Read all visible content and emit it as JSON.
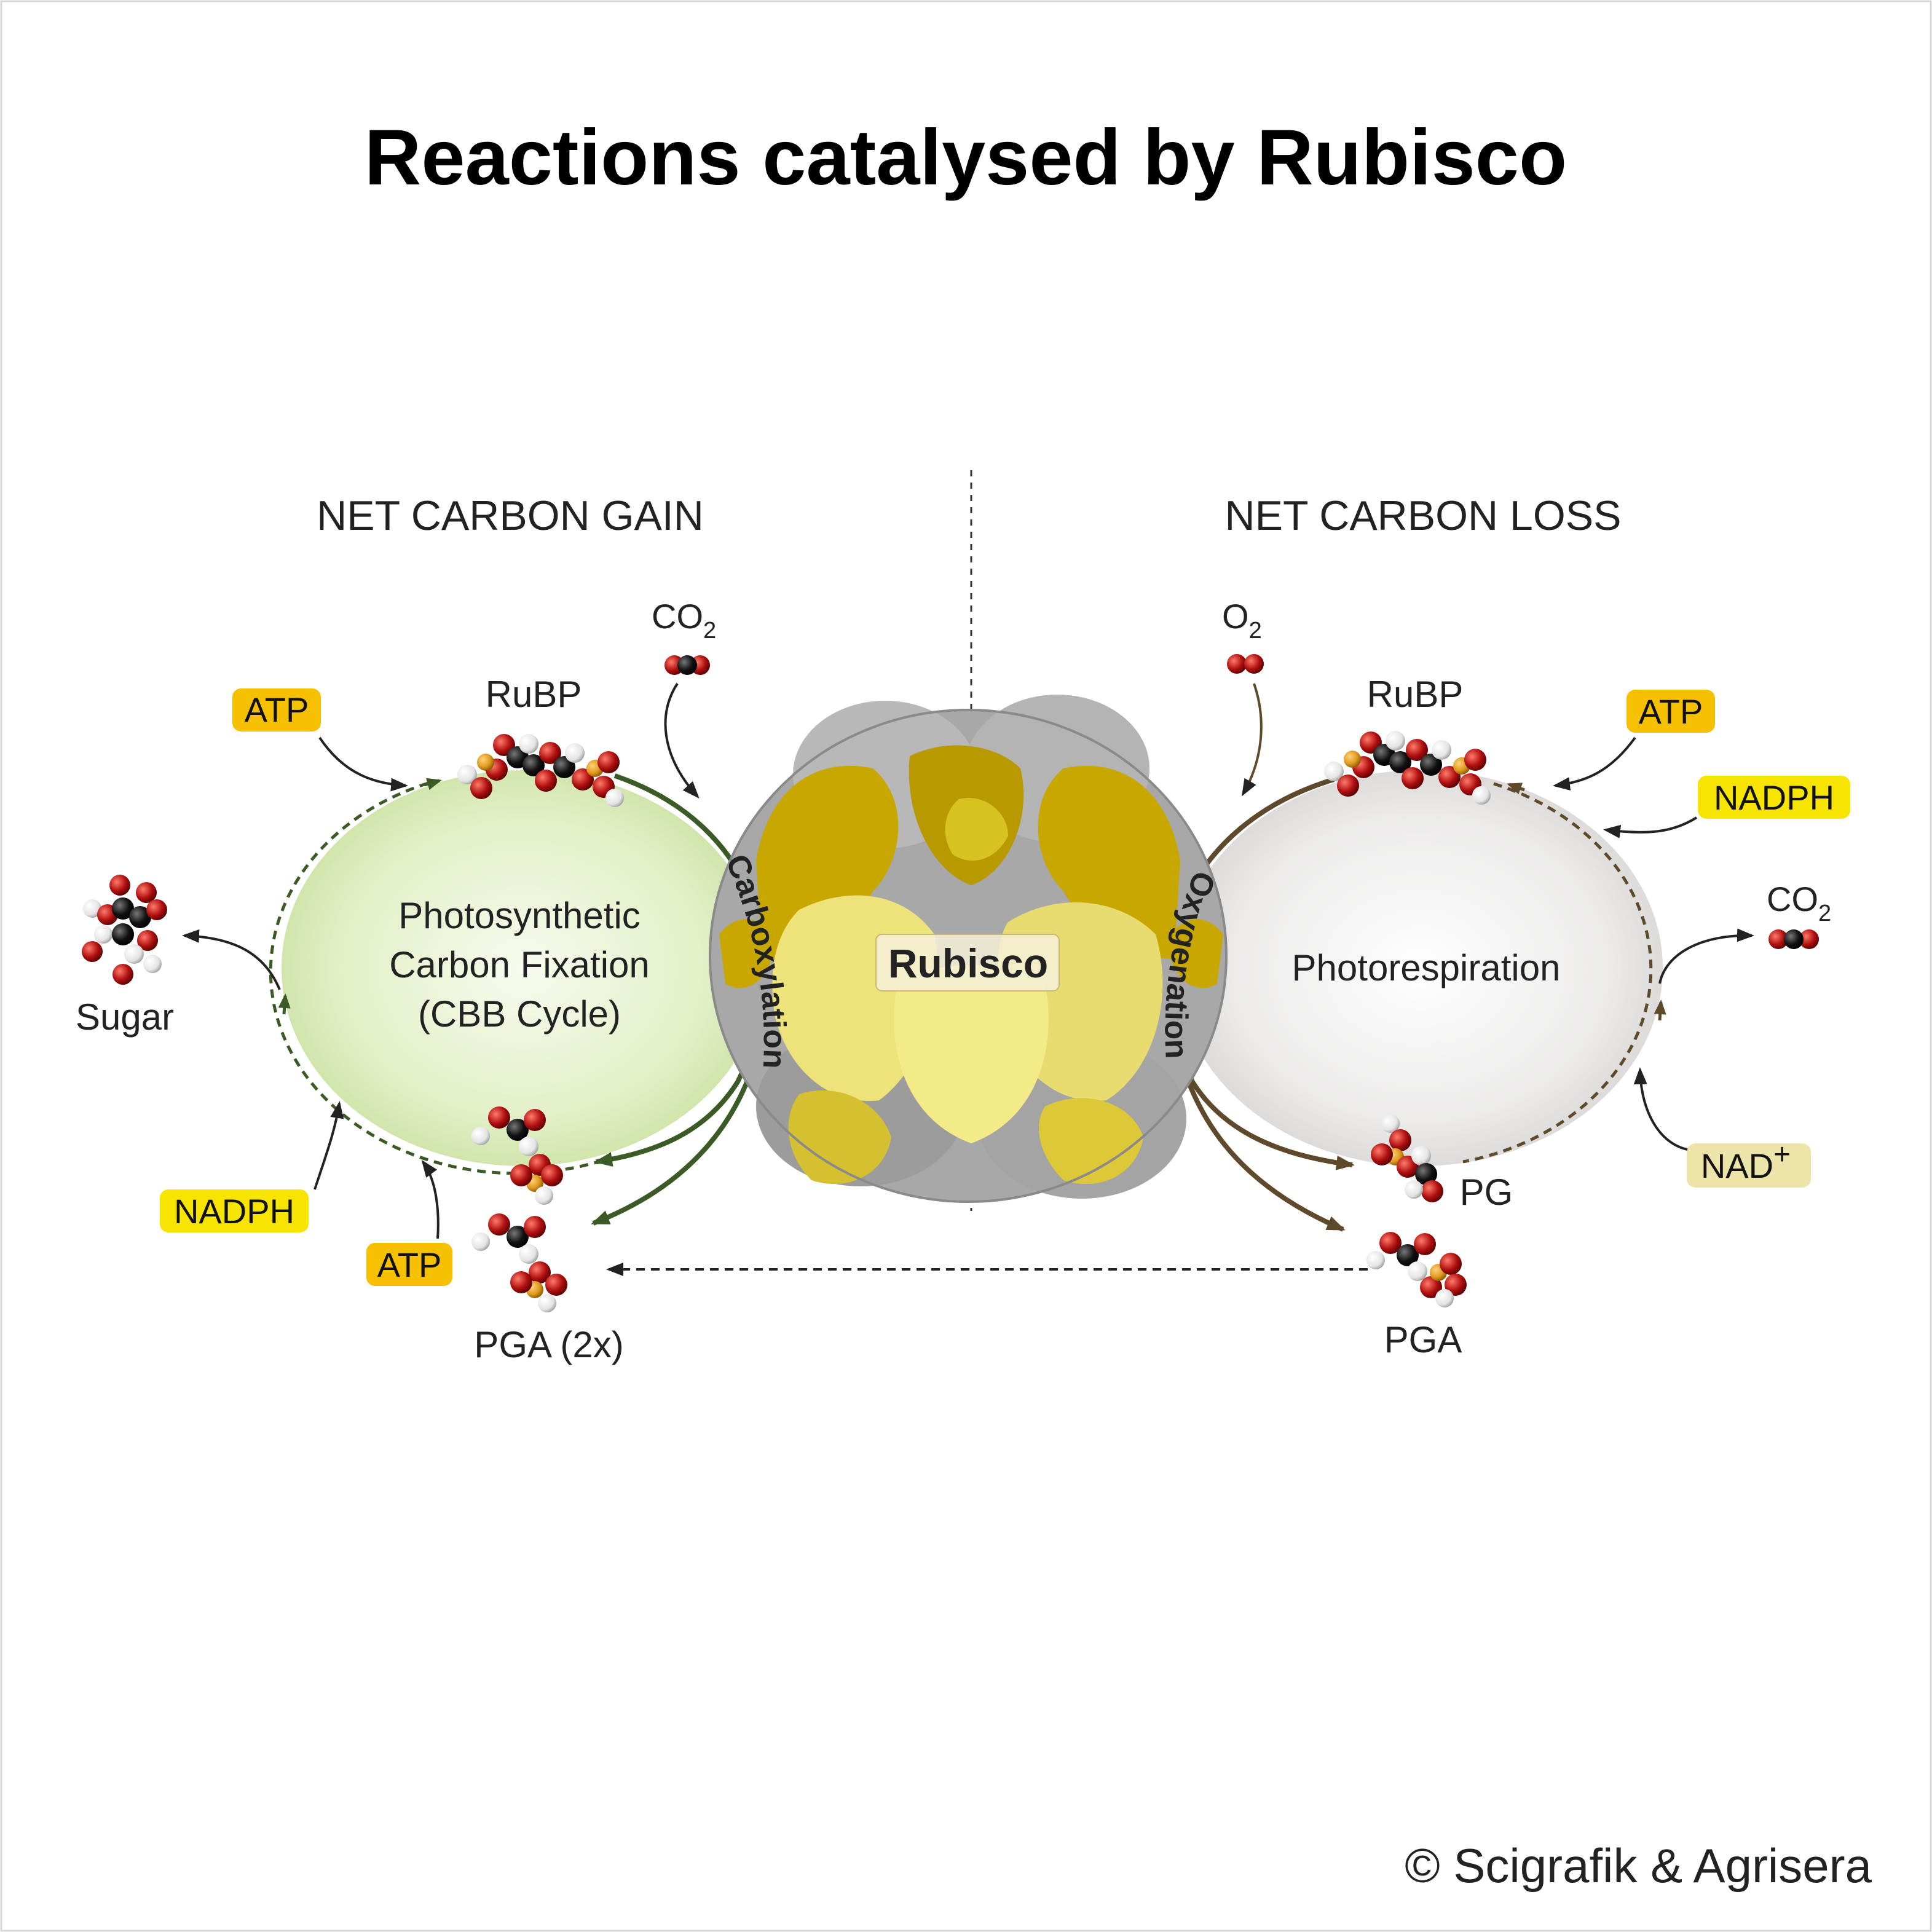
{
  "title": "Reactions catalysed by Rubisco",
  "left": {
    "heading": "NET CARBON GAIN",
    "cycle_label_lines": [
      "Photosynthetic",
      "Carbon Fixation",
      "(CBB Cycle)"
    ],
    "arc_label": "Carboxylation",
    "rubp": "RuBP",
    "co2_main": "CO",
    "co2_sub": "2",
    "atp_top": "ATP",
    "sugar": "Sugar",
    "nadph": "NADPH",
    "atp_bottom": "ATP",
    "pga": "PGA (2x)"
  },
  "right": {
    "heading": "NET CARBON LOSS",
    "cycle_label": "Photorespiration",
    "arc_label": "Oxygenation",
    "o2_main": "O",
    "o2_sub": "2",
    "rubp": "RuBP",
    "atp": "ATP",
    "nadph": "NADPH",
    "co2_main": "CO",
    "co2_sub": "2",
    "nad_main": "NAD",
    "nad_sup": "+",
    "pg": "PG",
    "pga": "PGA"
  },
  "center_label": "Rubisco",
  "credit": "© Scigrafik & Agrisera",
  "colors": {
    "atp_badge": "#f5c000",
    "nadph_badge": "#f7e400",
    "nad_badge": "#ece4a8",
    "left_cycle": "#3c5a26",
    "right_cycle": "#5e4a2a",
    "oxygen_atom": "#b01010",
    "carbon_atom": "#111111",
    "hydrogen_atom": "#f0f0f0",
    "phosphorus_atom": "#e09a20",
    "protein_dark": "#c8a800",
    "protein_light": "#f0e870",
    "protein_gray": "#a8a8a8"
  }
}
